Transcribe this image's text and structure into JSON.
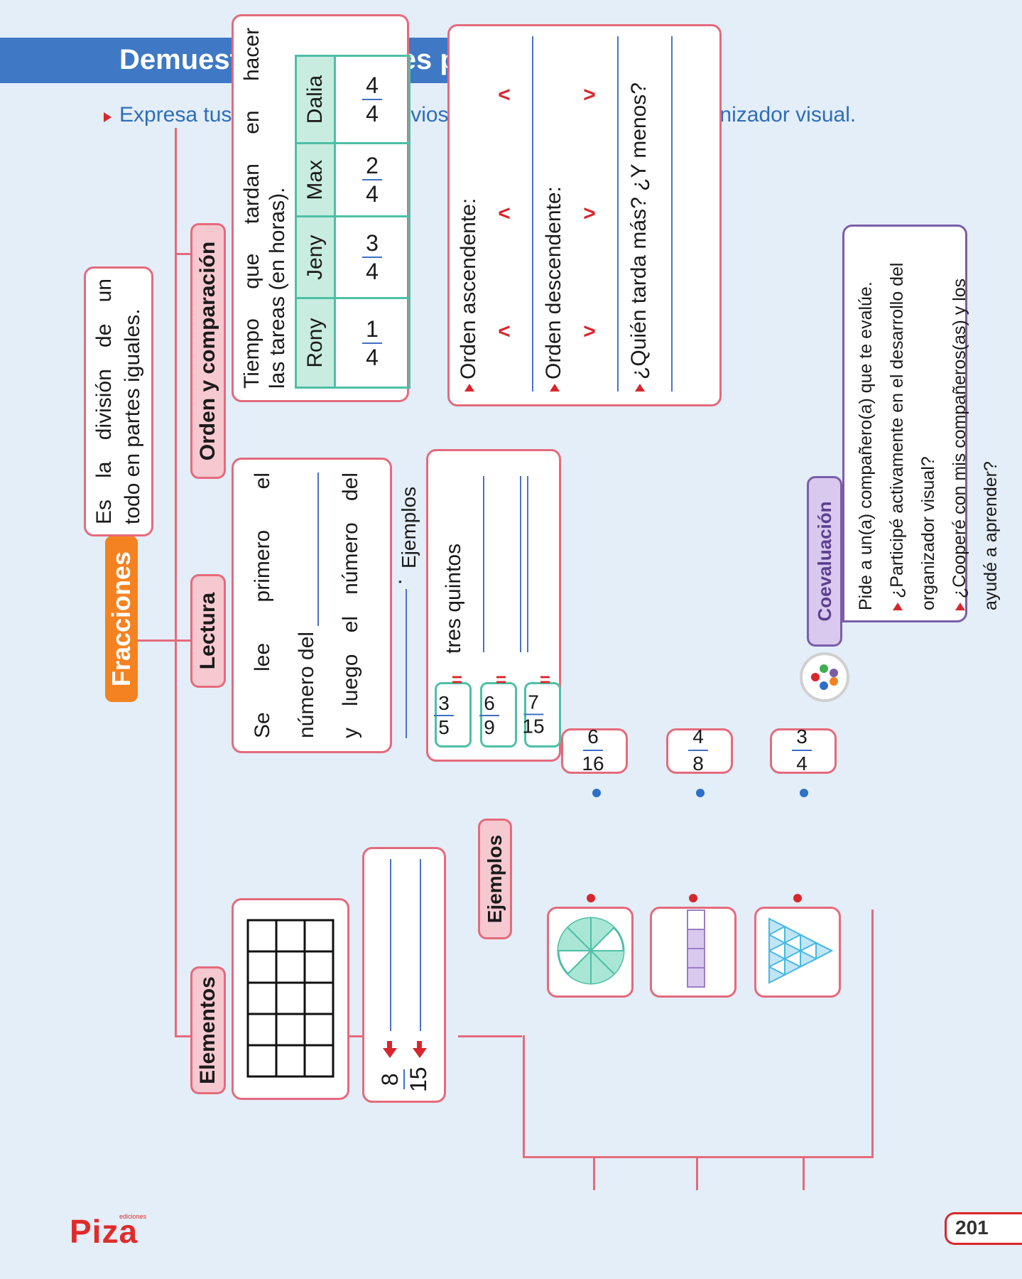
{
  "header": {
    "title": "Demuestra tus saberes previos",
    "instruction": "Expresa tus conocimientos previos y completa el siguiente organizador visual."
  },
  "organizer": {
    "central": "Fracciones",
    "definition_line1": "Es la división de un",
    "definition_line2": "todo en partes iguales.",
    "elementos": {
      "label": "Elementos",
      "numerator": "8",
      "denominator": "15",
      "ejemplos_label": "Ejemplos",
      "fractions": [
        {
          "num": "6",
          "den": "16"
        },
        {
          "num": "4",
          "den": "8"
        },
        {
          "num": "3",
          "den": "4"
        }
      ]
    },
    "lectura": {
      "label": "Lectura",
      "text_line1": "Se lee primero el",
      "text_line2": "número del",
      "text_line3": "y luego el número del",
      "period": ".",
      "ejemplos_label": "Ejemplos",
      "examples": [
        {
          "num": "3",
          "den": "5",
          "eq": "=",
          "text": "tres quintos"
        },
        {
          "num": "6",
          "den": "9",
          "eq": "=",
          "text": ""
        },
        {
          "num": "7",
          "den": "15",
          "eq": "=",
          "text": ""
        }
      ]
    },
    "orden": {
      "label": "Orden y comparación",
      "table_caption_1": "Tiempo que tardan en hacer",
      "table_caption_2": "las tareas (en horas).",
      "names": [
        "Rony",
        "Jeny",
        "Max",
        "Dalia"
      ],
      "values": [
        {
          "num": "1",
          "den": "4"
        },
        {
          "num": "3",
          "den": "4"
        },
        {
          "num": "2",
          "den": "4"
        },
        {
          "num": "4",
          "den": "4"
        }
      ],
      "asc_label": "Orden ascendente:",
      "asc_symbol": "<",
      "desc_label": "Orden descendente:",
      "desc_symbol": ">",
      "question": "¿Quién tarda más? ¿Y menos?"
    }
  },
  "coevaluacion": {
    "label": "Coevaluación",
    "intro": "Pide a un(a) compañero(a) que te evalúe.",
    "q1": "¿Participé activamente en el desarrollo del organizador visual?",
    "q2": "¿Cooperé con mis compañeros(as) y los ayudé a aprender?"
  },
  "footer": {
    "logo": "Piza",
    "logo_small": "ediciones",
    "page": "201"
  },
  "colors": {
    "banner": "#3f78c4",
    "pink_border": "#e56a7c",
    "central": "#f58220",
    "teal": "#4ebfa6",
    "red_marker": "#d9262c",
    "purple": "#7b5ea7"
  }
}
